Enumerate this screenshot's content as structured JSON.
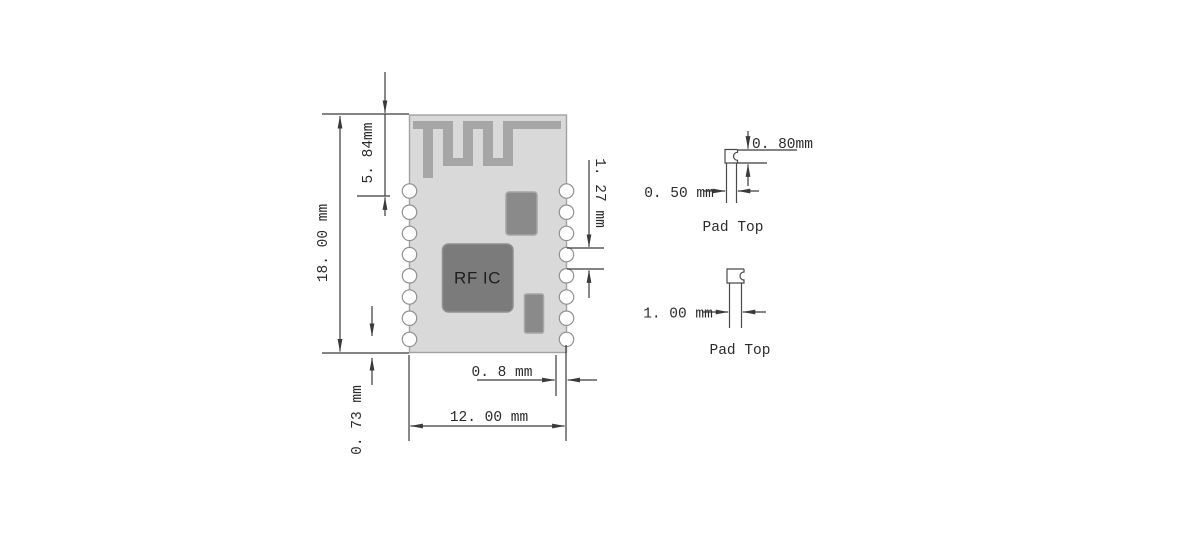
{
  "drawing": {
    "module": {
      "chip_label": "RF IC",
      "height_dim": "18. 00 mm",
      "antenna_height_dim": "5. 84mm",
      "pad_pitch_dim": "1. 27 mm",
      "bottom_pad_dim": "0. 73 mm",
      "edge_pad_dim": "0. 8 mm",
      "width_dim": "12. 00 mm"
    },
    "pad_detail_top": {
      "depth_dim": "0. 80mm",
      "width_dim": "0. 50 mm",
      "caption": "Pad Top"
    },
    "pad_detail_bottom": {
      "width_dim": "1. 00 mm",
      "caption": "Pad Top"
    },
    "colors": {
      "board_fill": "#d9d9d9",
      "antenna_trace": "#a6a6a6",
      "component_fill": "#8a8a8a",
      "chip_fill": "#7b7b7b",
      "dimension_line": "#3a3a3a",
      "text": "#2b2b2b"
    }
  }
}
